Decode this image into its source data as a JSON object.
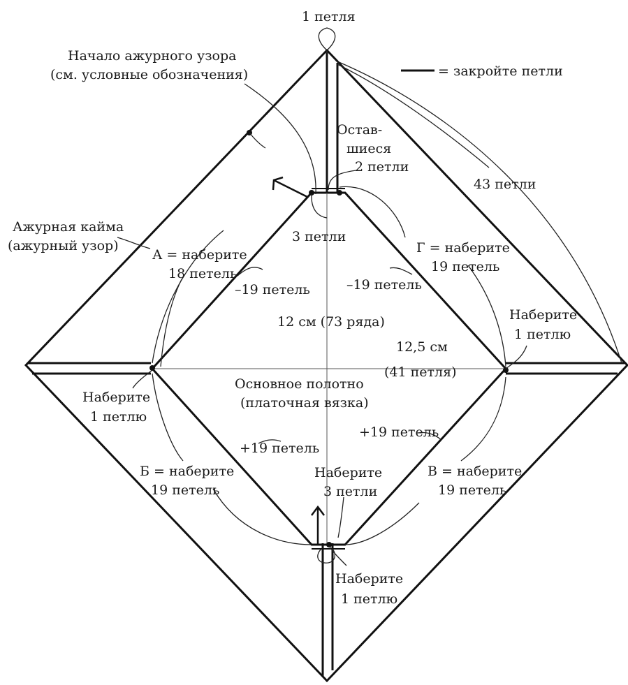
{
  "labels": {
    "top_loop": "1 петля",
    "legend": "= закройте петли",
    "lace_start_1": "Начало ажурного узора",
    "lace_start_2": "(см. условные обозначения)",
    "remaining_1": "Остав-",
    "remaining_2": "шиеся",
    "remaining_3": "2 петли",
    "three_loops": "3 петли",
    "forty_three": "43 петли",
    "lace_border_1": "Ажурная кайма",
    "lace_border_2": "(ажурный узор)",
    "a_1": "А = наберите",
    "a_2": "18 петель",
    "minus19_left": "–19 петель",
    "minus19_right": "–19 петель",
    "g_1": "Г = наберите",
    "g_2": "19 петель",
    "height": "12 см (73 ряда)",
    "right_castOn_1": "Наберите",
    "right_castOn_2": "1 петлю",
    "width_1": "12,5 см",
    "width_2": "(41 петля)",
    "main_1": "Основное полотно",
    "main_2": "(платочная вязка)",
    "left_castOn_1": "Наберите",
    "left_castOn_2": "1 петлю",
    "plus19_left": "+19 петель",
    "plus19_right": "+19 петель",
    "b_1": "Б = наберите",
    "b_2": "19 петель",
    "bottom_castOn_1": "Наберите",
    "bottom_castOn_2": "3 петли",
    "v_1": "В = наберите",
    "v_2": "19 петель",
    "bottom_loop_1": "Наберите",
    "bottom_loop_2": "1 петлю"
  }
}
